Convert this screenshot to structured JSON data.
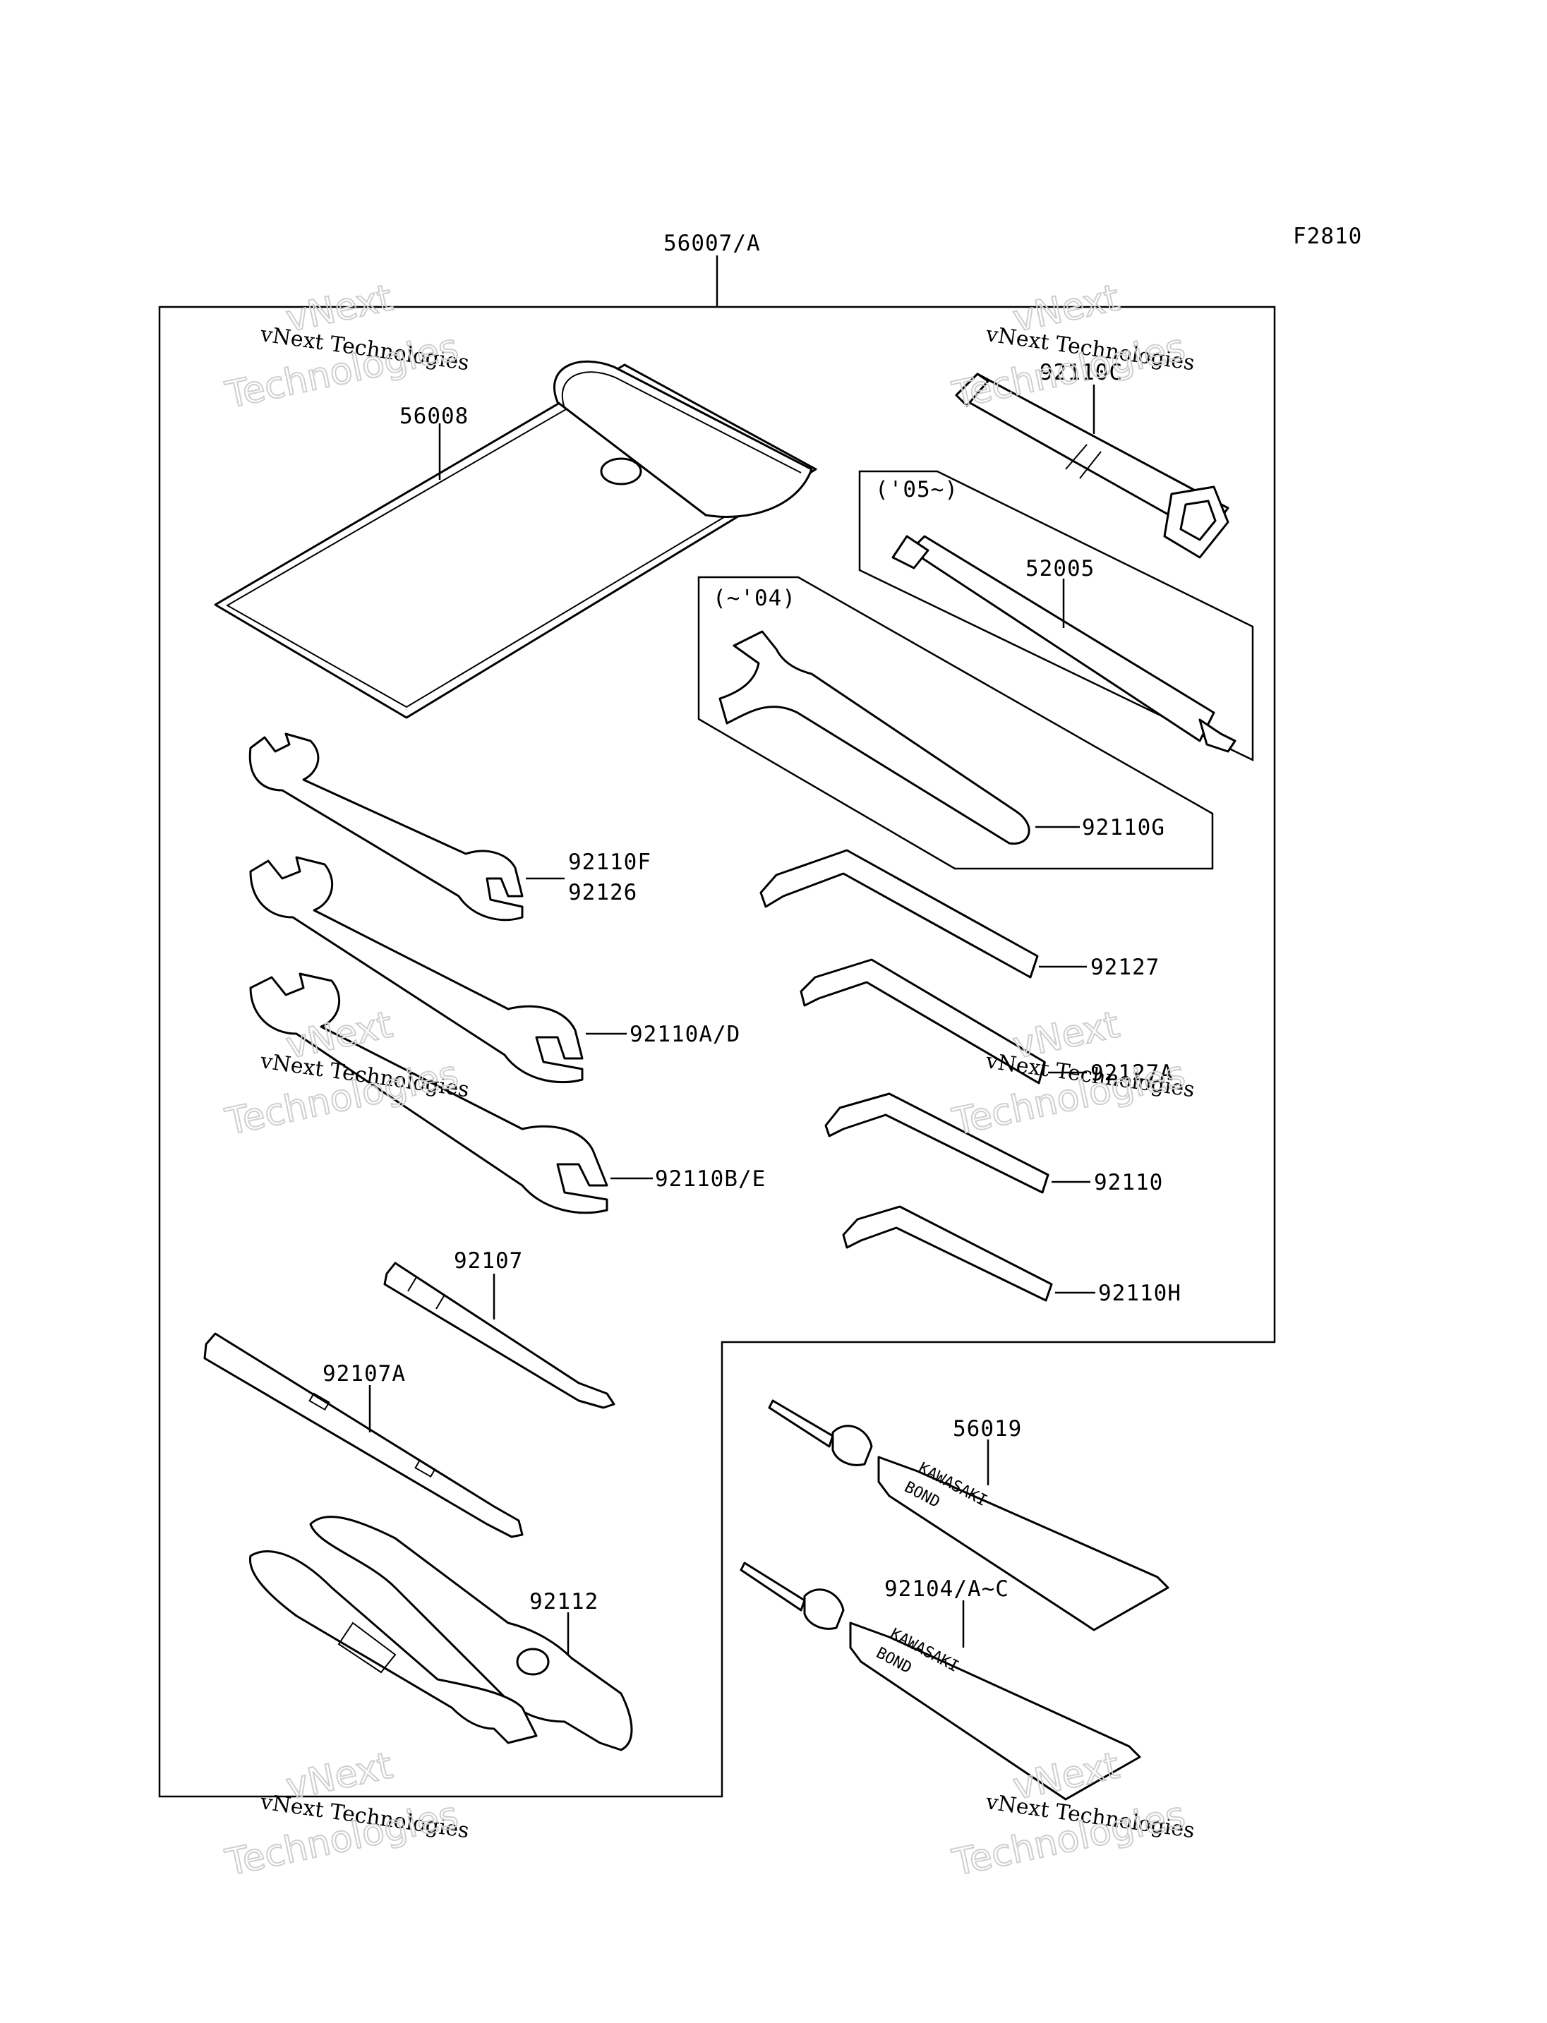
{
  "figure_code": "F2810",
  "kit_label": "56007/A",
  "labels": {
    "p56008": "56008",
    "p92110C": "92110C",
    "p05": "('05~)",
    "p52005": "52005",
    "p04": "(~'04)",
    "p92110G": "92110G",
    "p92110F": "92110F",
    "p92126": "92126",
    "p92127": "92127",
    "p92110AD": "92110A/D",
    "p92127A": "92127A",
    "p92110BE": "92110B/E",
    "p92110": "92110",
    "p92110H": "92110H",
    "p92107": "92107",
    "p92107A": "92107A",
    "p56019": "56019",
    "p92112": "92112",
    "p92104": "92104/A~C"
  },
  "tube_text": {
    "line1": "KAWASAKI",
    "line2": "BOND"
  },
  "watermark": {
    "line1": "vNext Technologies",
    "line2": "vNext",
    "line3": "Technologies"
  }
}
